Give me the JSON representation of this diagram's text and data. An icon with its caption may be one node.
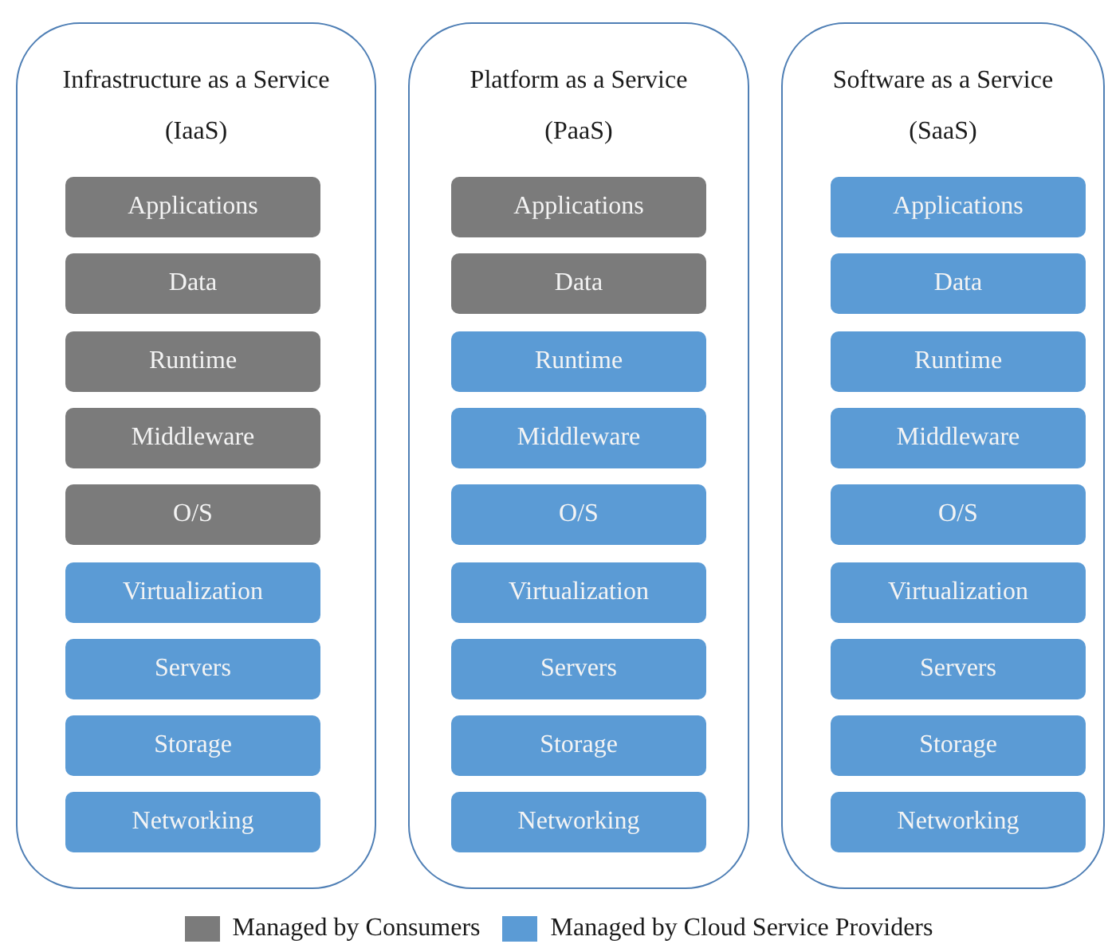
{
  "diagram": {
    "nodes": [
      {
        "text": [
          "Infrastructure as a Service",
          "(IaaS)"
        ]
      },
      {
        "text": [
          "Applications"
        ],
        "in": 0
      },
      {
        "text": [
          "Data"
        ],
        "in": 0
      },
      {
        "text": [
          "Runtime"
        ],
        "in": 0
      },
      {
        "text": [
          "Middleware"
        ],
        "in": 0
      },
      {
        "text": [
          "O/S"
        ],
        "in": 0
      },
      {
        "text": [
          "Virtualization"
        ],
        "in": 0
      },
      {
        "text": [
          "Servers"
        ],
        "in": 0
      },
      {
        "text": [
          "Storage"
        ],
        "in": 0
      },
      {
        "text": [
          "Networking"
        ],
        "in": 0
      },
      {
        "text": [
          "Platform as a Service",
          "(PaaS)"
        ]
      },
      {
        "text": [
          "Applications"
        ],
        "in": 10
      },
      {
        "text": [
          "Data"
        ],
        "in": 10
      },
      {
        "text": [
          "Runtime"
        ],
        "in": 10
      },
      {
        "text": [
          "Middleware"
        ],
        "in": 10
      },
      {
        "text": [
          "O/S"
        ],
        "in": 10
      },
      {
        "text": [
          "Virtualization"
        ],
        "in": 10
      },
      {
        "text": [
          "Servers"
        ],
        "in": 10
      },
      {
        "text": [
          "Storage"
        ],
        "in": 10
      },
      {
        "text": [
          "Networking"
        ],
        "in": 10
      },
      {
        "text": [
          "Software as a Service",
          "(SaaS)"
        ]
      },
      {
        "text": [
          "Applications"
        ],
        "in": 20
      },
      {
        "text": [
          "Data"
        ],
        "in": 20
      },
      {
        "text": [
          "Runtime"
        ],
        "in": 20
      },
      {
        "text": [
          "Middleware"
        ],
        "in": 20
      },
      {
        "text": [
          "O/S"
        ],
        "in": 20
      },
      {
        "text": [
          "Virtualization"
        ],
        "in": 20
      },
      {
        "text": [
          "Servers"
        ],
        "in": 20
      },
      {
        "text": [
          "Storage"
        ],
        "in": 20
      },
      {
        "text": [
          "Networking"
        ],
        "in": 20
      }
    ],
    "legend": [
      {
        "text": "Managed by Consumers",
        "color": "#7b7b7b"
      },
      {
        "text": "Managed by Cloud Service Providers",
        "color": "#5b9bd5"
      }
    ]
  }
}
